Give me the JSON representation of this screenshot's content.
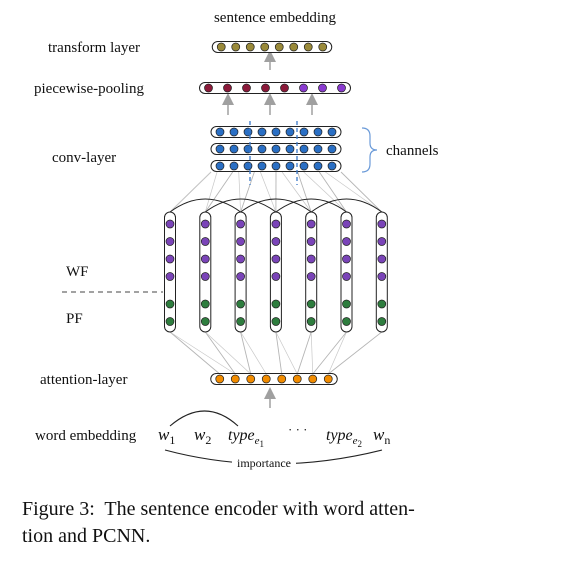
{
  "labels": {
    "sentence_embedding": "sentence embedding",
    "transform_layer": "transform layer",
    "piecewise_pooling": "piecewise-pooling",
    "conv_layer": "conv-layer",
    "channels": "channels",
    "wf": "WF",
    "pf": "PF",
    "attention_layer": "attention-layer",
    "word_embedding": "word embedding",
    "importance": "importance",
    "ellipsis": "· · ·"
  },
  "tokens": {
    "w1": {
      "base": "w",
      "sub": "1"
    },
    "w2": {
      "base": "w",
      "sub": "2"
    },
    "type1": {
      "base": "type",
      "sub": "e",
      "subsub": "1"
    },
    "type2": {
      "base": "type",
      "sub": "e",
      "subsub": "2"
    },
    "wn": {
      "base": "w",
      "sub": "n"
    }
  },
  "caption": {
    "line1": "Figure 3:  The sentence encoder with word atten-",
    "line2": "tion and PCNN."
  },
  "colors": {
    "transform_olive": "#9a8a3a",
    "pool_maroon": "#8b1a3a",
    "pool_violet": "#8a3ad0",
    "conv_blue": "#2a6fc4",
    "wf_purple": "#7a44b8",
    "pf_green": "#2e7d3e",
    "attention_orange": "#f28c00",
    "arrow_gray": "#a0a0a0",
    "dash_blue": "#3a78c8"
  },
  "layers": {
    "transform": [
      "olive",
      "olive",
      "olive",
      "olive",
      "olive",
      "olive",
      "olive",
      "olive"
    ],
    "pooling": [
      "maroon",
      "maroon",
      "maroon",
      "maroon",
      "maroon",
      "violet",
      "violet",
      "violet"
    ],
    "attention_count": 8,
    "conv_rows": 3,
    "conv_per_row": 9,
    "word_columns": 7,
    "wf_per_column": 4,
    "pf_per_column": 2
  }
}
